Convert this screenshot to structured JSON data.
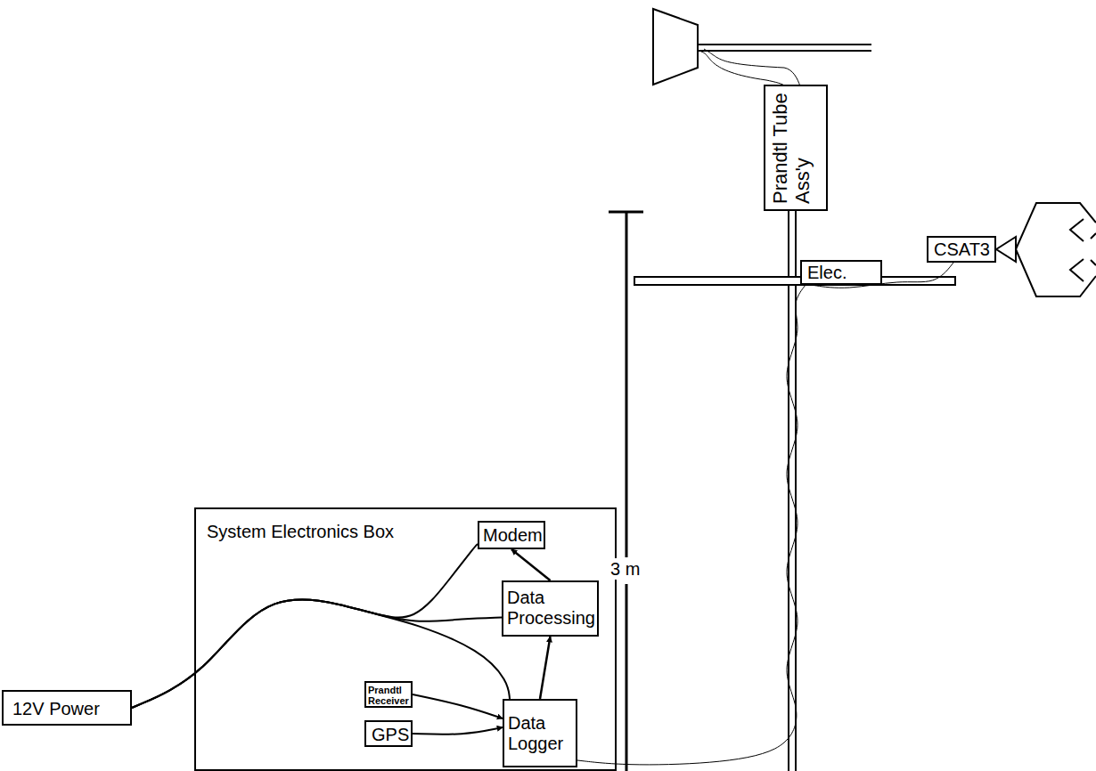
{
  "diagram": {
    "nodes": [
      {
        "text": [
          "Prandtl Tube Ass'y"
        ]
      },
      {
        "text": [
          "Elec."
        ]
      },
      {
        "text": [
          "CSAT3"
        ]
      },
      {
        "text": [
          "System Electronics Box"
        ]
      },
      {
        "text": [
          "Modem"
        ],
        "in": 3
      },
      {
        "text": [
          "Data Processing"
        ],
        "in": 3
      },
      {
        "text": [
          "12V Power"
        ]
      },
      {
        "text": [
          "Prandtl Receiver"
        ],
        "in": 3
      },
      {
        "text": [
          "GPS"
        ],
        "in": 3
      },
      {
        "text": [
          "Data Logger"
        ],
        "in": 3
      }
    ],
    "edges": [
      {
        "from": 6,
        "to": 4,
        "arrow": "none"
      },
      {
        "from": 6,
        "to": 5,
        "arrow": "none"
      },
      {
        "from": 6,
        "to": 9,
        "arrow": "none"
      },
      {
        "from": 9,
        "to": 5,
        "arrow": "to"
      },
      {
        "from": 5,
        "to": 4,
        "arrow": "to"
      },
      {
        "from": 7,
        "to": 9,
        "arrow": "to"
      },
      {
        "from": 8,
        "to": 9,
        "arrow": "to"
      },
      {
        "from": 1,
        "to": 2,
        "arrow": "none"
      },
      {
        "from": 1,
        "to": 9,
        "arrow": "none"
      }
    ],
    "labels": [
      "3 m"
    ]
  }
}
